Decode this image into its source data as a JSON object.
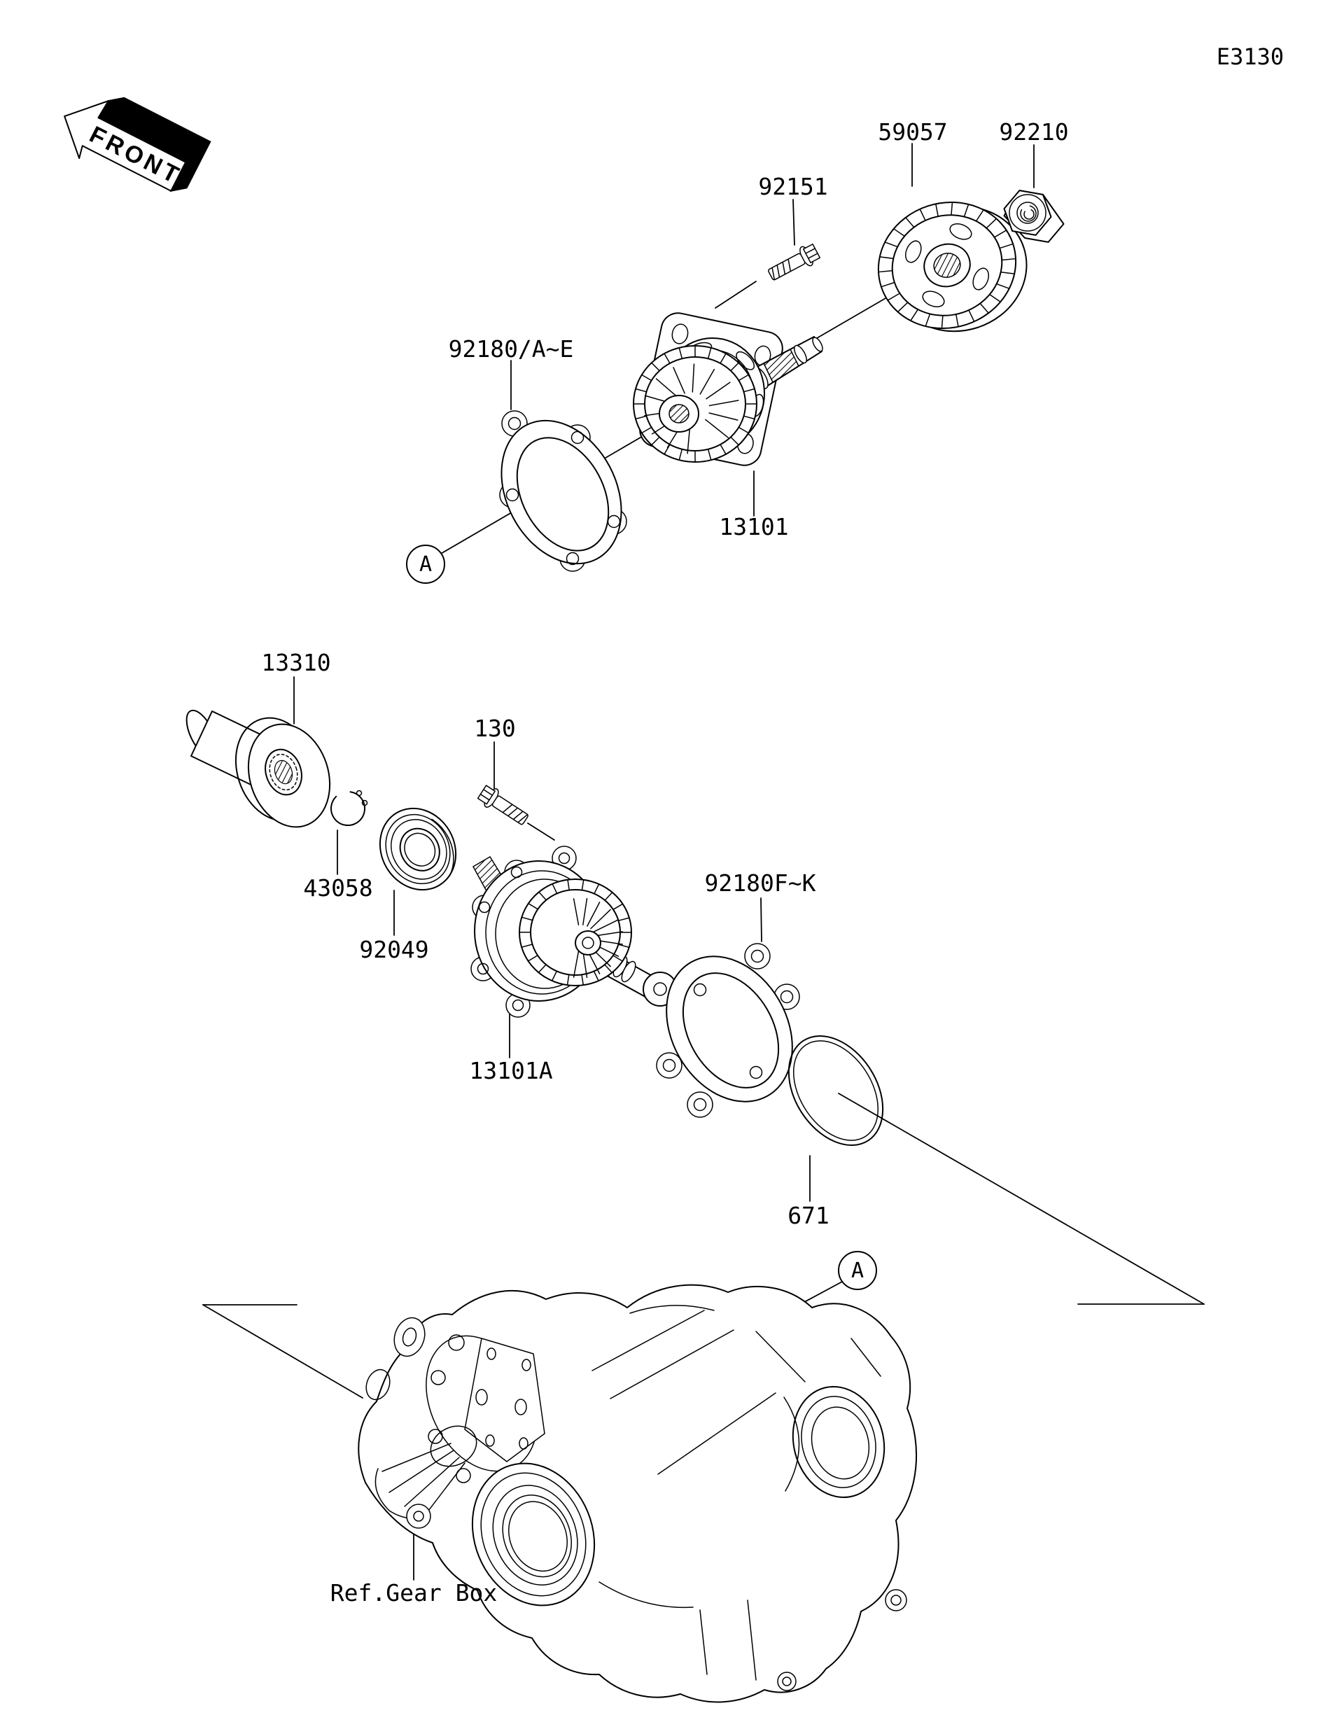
{
  "diagram": {
    "code": "E3130",
    "front_marker": "FRONT",
    "section_marker": "A",
    "reference_label": "Ref.Gear Box"
  },
  "parts": {
    "driven_gear": "59057",
    "nut": "92210",
    "bolt_upper": "92151",
    "gasket_upper": "92180/A~E",
    "gear_case_assy": "13101",
    "coupling": "13310",
    "bolt_lower": "130",
    "circlip": "43058",
    "oil_seal": "92049",
    "gear_case_assy_b": "13101A",
    "gasket_lower": "92180F~K",
    "o_ring": "671"
  },
  "colors": {
    "line": "#000000",
    "background": "#ffffff"
  }
}
